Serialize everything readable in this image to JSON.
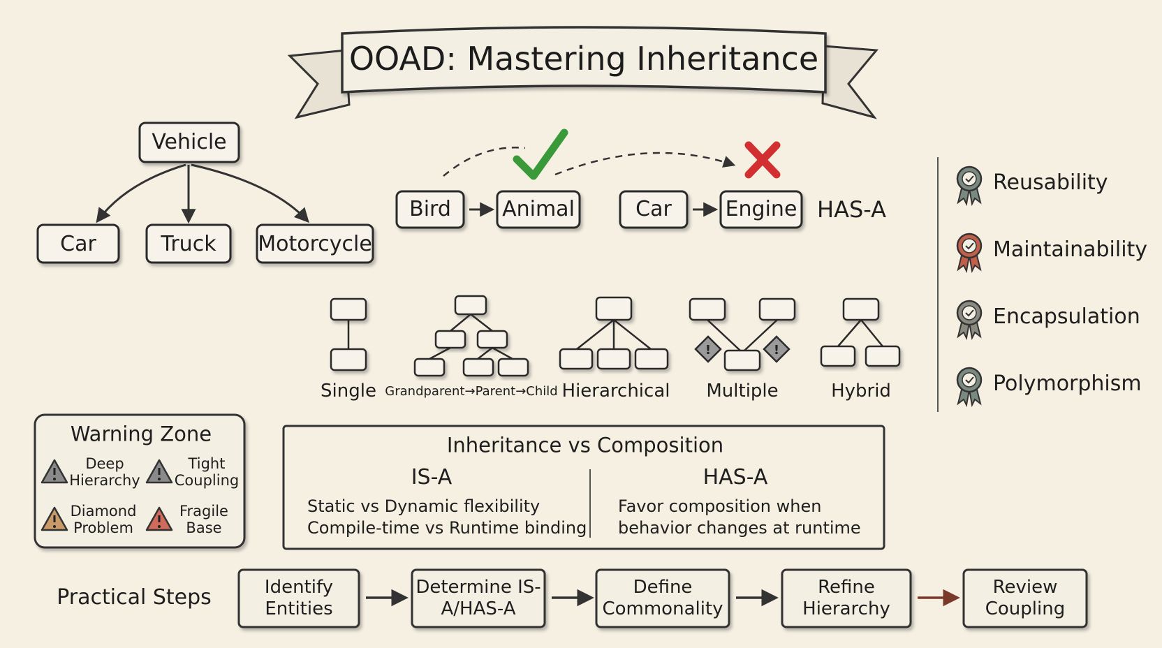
{
  "title": "OOAD: Mastering Inheritance",
  "vehicle_tree": {
    "root": "Vehicle",
    "children": [
      "Car",
      "Truck",
      "Motorcycle"
    ]
  },
  "relations": {
    "is_a": {
      "from": "Bird",
      "to": "Animal",
      "mark": "check",
      "mark_color": "#3a9a3a"
    },
    "has_a": {
      "from": "Car",
      "to": "Engine",
      "mark": "cross",
      "mark_color": "#d23030",
      "label": "HAS-A"
    }
  },
  "inheritance_types": [
    {
      "label": "Single"
    },
    {
      "label": "Grandparent→Parent→Child"
    },
    {
      "label": "Hierarchical"
    },
    {
      "label": "Multiple"
    },
    {
      "label": "Hybrid"
    }
  ],
  "benefits": [
    {
      "label": "Reusability",
      "icon": "award-ribbon-icon",
      "color": "#7a8a80"
    },
    {
      "label": "Maintainability",
      "icon": "award-ribbon-icon",
      "color": "#c0604a"
    },
    {
      "label": "Encapsulation",
      "icon": "award-ribbon-icon",
      "color": "#8a8a80"
    },
    {
      "label": "Polymorphism",
      "icon": "award-ribbon-icon",
      "color": "#7a8a80"
    }
  ],
  "warning_zone": {
    "title": "Warning Zone",
    "items": [
      {
        "label": "Deep Hierarchy",
        "icon": "warning-icon",
        "color": "#8a8a8a"
      },
      {
        "label": "Tight Coupling",
        "icon": "warning-icon",
        "color": "#8a8a8a"
      },
      {
        "label": "Diamond Problem",
        "icon": "warning-icon",
        "color": "#c89a68"
      },
      {
        "label": "Fragile Base",
        "icon": "warning-icon",
        "color": "#d06a5a"
      }
    ]
  },
  "comparison": {
    "title": "Inheritance vs Composition",
    "left_heading": "IS-A",
    "left_text": "Static vs Dynamic flexibility\nCompile-time vs Runtime binding",
    "right_heading": "HAS-A",
    "right_text": "Favor composition when\nbehavior changes at runtime"
  },
  "steps": {
    "label": "Practical Steps",
    "items": [
      "Identify Entities",
      "Determine IS-A/HAS-A",
      "Define Commonality",
      "Refine Hierarchy",
      "Review Coupling"
    ]
  }
}
